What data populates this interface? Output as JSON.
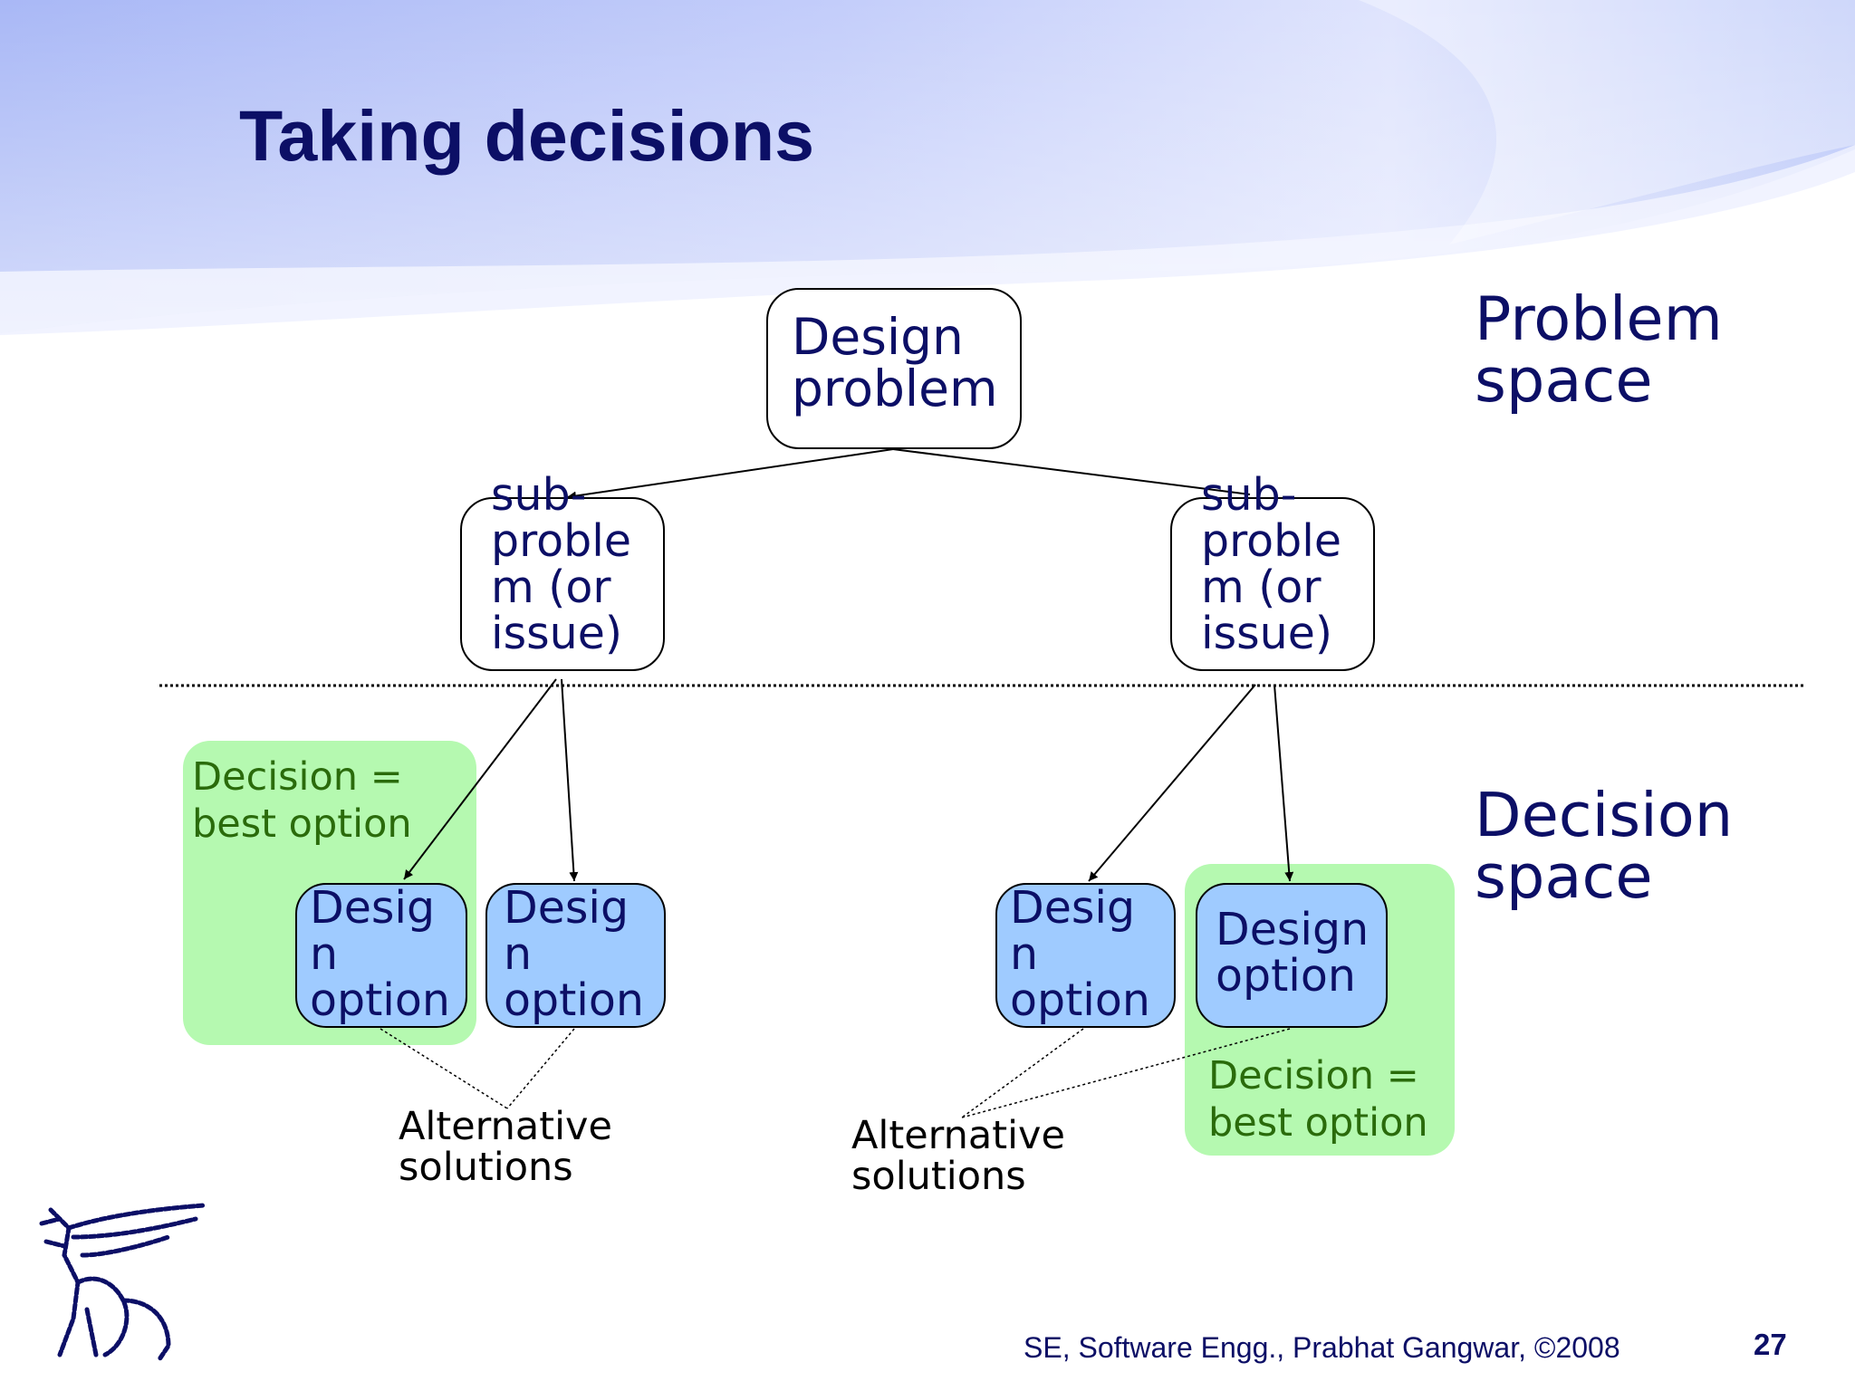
{
  "slide": {
    "title": "Taking decisions",
    "problem_space_label": "Problem space",
    "decision_space_label": "Decision space",
    "colors": {
      "title_blue": "#0c0f66",
      "header_gradient_light": "#eef0ff",
      "header_gradient_dark": "#a9b8f6",
      "option_fill": "#9fcbff",
      "decision_fill": "#b5f9b0",
      "decision_text": "#2a6b0b"
    }
  },
  "diagram": {
    "root": {
      "label": "Design problem"
    },
    "subproblems": [
      {
        "label": "sub-proble m (or issue)"
      },
      {
        "label": "sub-proble m (or issue)"
      }
    ],
    "options": [
      {
        "label": "Desig n option"
      },
      {
        "label": "Desig n option"
      },
      {
        "label": "Desig n option"
      },
      {
        "label": "Design option"
      }
    ],
    "decision_notes": [
      {
        "label": "Decision = best option"
      },
      {
        "label": "Decision = best option"
      }
    ],
    "alternative_notes": [
      {
        "label": "Alternative solutions"
      },
      {
        "label": "Alternative solutions"
      }
    ]
  },
  "footer": {
    "text": "SE, Software Engg., Prabhat Gangwar,  ©2008",
    "page_number": "27"
  },
  "logo": {
    "icon": "winged-lion-logo"
  }
}
